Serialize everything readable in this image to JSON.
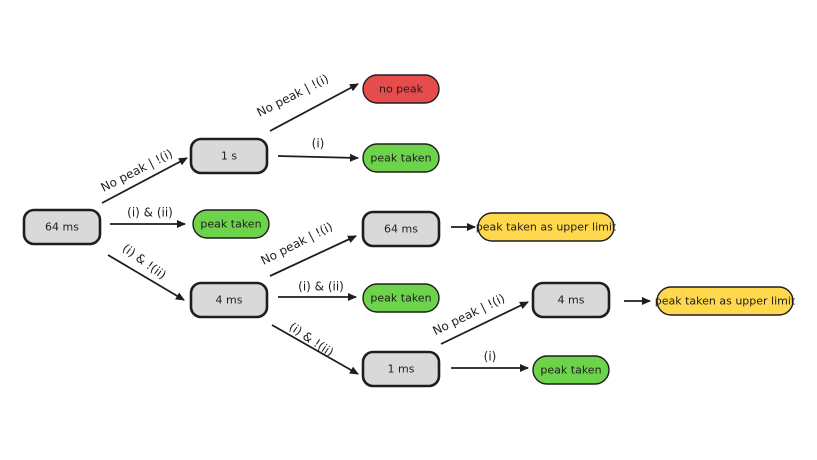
{
  "colors": {
    "stroke": "#1e1e1e",
    "state_fill": "#d9d9d9",
    "taken_fill": "#6dd34a",
    "none_fill": "#e64c4c",
    "limit_fill": "#ffd84d"
  },
  "nodes": {
    "root": {
      "label": "64 ms",
      "kind": "state"
    },
    "s1": {
      "label": "1 s",
      "kind": "state"
    },
    "r_nopeak": {
      "label": "no peak",
      "kind": "none"
    },
    "r_taken_1": {
      "label": "peak taken",
      "kind": "taken"
    },
    "r_taken_2": {
      "label": "peak taken",
      "kind": "taken"
    },
    "s64b": {
      "label": "64 ms",
      "kind": "state"
    },
    "r_limit_1": {
      "label": "peak taken as upper limit",
      "kind": "limit"
    },
    "s4": {
      "label": "4 ms",
      "kind": "state"
    },
    "r_taken_3": {
      "label": "peak taken",
      "kind": "taken"
    },
    "s4b": {
      "label": "4 ms",
      "kind": "state"
    },
    "r_limit_2": {
      "label": "peak taken as upper limit",
      "kind": "limit"
    },
    "s1ms": {
      "label": "1 ms",
      "kind": "state"
    },
    "r_taken_4": {
      "label": "peak taken",
      "kind": "taken"
    }
  },
  "edges": [
    {
      "id": "e1",
      "label": "No peak | !(i)"
    },
    {
      "id": "e2",
      "label": "(i) & (ii)"
    },
    {
      "id": "e3",
      "label": "(i) & !(ii)"
    },
    {
      "id": "e4",
      "label": "No peak | !(i)"
    },
    {
      "id": "e5",
      "label": "(i)"
    },
    {
      "id": "e6",
      "label": "No peak | !(i)"
    },
    {
      "id": "e7",
      "label": "(i) & (ii)"
    },
    {
      "id": "e8",
      "label": "(i) & !(ii)"
    },
    {
      "id": "e9",
      "label": ""
    },
    {
      "id": "e10",
      "label": "No peak | !(i)"
    },
    {
      "id": "e11",
      "label": "(i)"
    },
    {
      "id": "e12",
      "label": ""
    }
  ]
}
